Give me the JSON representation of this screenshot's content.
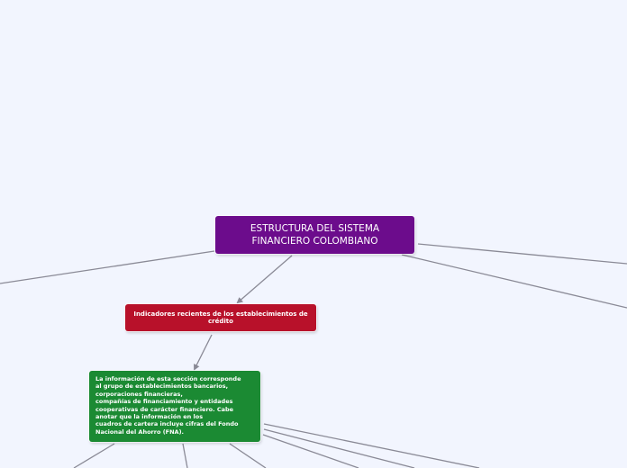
{
  "nodes": {
    "root": {
      "label": "ESTRUCTURA DEL SISTEMA\nFINANCIERO COLOMBIANO",
      "color": "#6c0c8c"
    },
    "indicators": {
      "label": "Indicadores recientes de los establecimientos de crédito",
      "color": "#b8112a"
    },
    "info": {
      "label": "La información de esta sección corresponde\nal grupo de establecimientos bancarios,\ncorporaciones financieras,\ncompañías de financiamiento y entidades\ncooperativas de carácter financiero. Cabe\nanotar que la información en los\ncuadros de cartera incluye cifras del Fondo\nNacional del Ahorro (FNA).",
      "color": "#1b8a33"
    }
  },
  "connector_color": "#8a8a96"
}
